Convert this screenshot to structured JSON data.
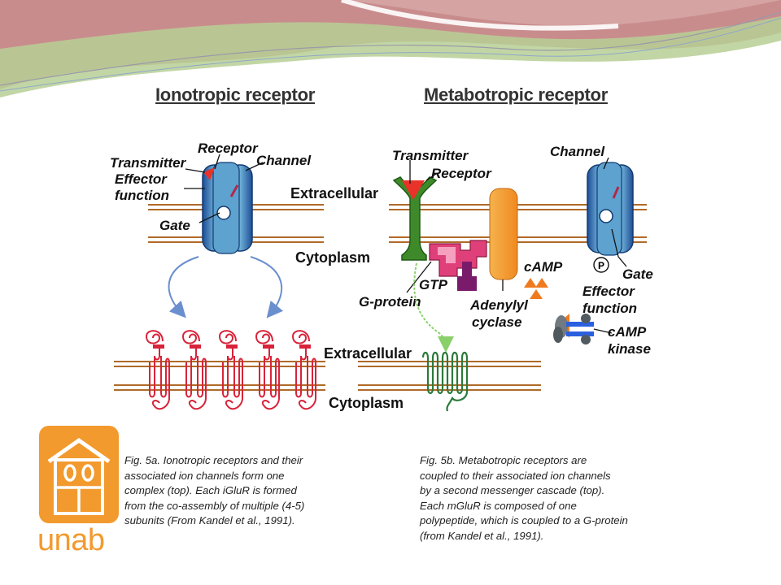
{
  "titles": {
    "ionotropic": "Ionotropic receptor",
    "metabotropic": "Metabotropic receptor"
  },
  "labels": {
    "receptor_left": "Receptor",
    "transmitter_left": "Transmitter",
    "channel_left": "Channel",
    "effector_left_1": "Effector",
    "effector_left_2": "function",
    "gate_left": "Gate",
    "transmitter_right": "Transmitter",
    "receptor_right": "Receptor",
    "channel_right": "Channel",
    "extracellular_top": "Extracellular",
    "cytoplasm_top": "Cytoplasm",
    "camp": "cAMP",
    "phospho": "P",
    "gate_right": "Gate",
    "effector_right_1": "Effector",
    "effector_right_2": "function",
    "gtp": "GTP",
    "gprotein": "G-protein",
    "adenylyl_1": "Adenylyl",
    "adenylyl_2": "cyclase",
    "camp_kinase_1": "cAMP",
    "camp_kinase_2": "kinase",
    "extracellular_bottom": "Extracellular",
    "cytoplasm_bottom": "Cytoplasm"
  },
  "captions": {
    "left": [
      "Fig. 5a. Ionotropic receptors and their",
      "associated ion channels form one",
      "complex (top). Each iGluR is formed",
      "from the co-assembly of multiple (4-5)",
      "subunits (From Kandel et al., 1991)."
    ],
    "right": [
      "Fig. 5b. Metabotropic receptors are",
      "coupled to their associated ion channels",
      "by a second messenger cascade (top).",
      "Each mGluR is  composed of one",
      "polypeptide, which is coupled to a G-protein",
      "(from Kandel et al., 1991)."
    ]
  },
  "logo": {
    "text": "unab",
    "color": "#f29a2e"
  },
  "colors": {
    "membrane": "#b06a2a",
    "channel_blue": "#2a5fa8",
    "channel_light": "#6fb0d8",
    "receptor_green": "#3e8a2a",
    "transmitter_red": "#e8322a",
    "subunit_red": "#d8233a",
    "gprotein_pink": "#e0407a",
    "gtp_purple": "#7a1a6a",
    "adenylyl_orange": "#f6a640",
    "arrow_blue": "#6a8fcf",
    "arrow_green": "#8ad06a",
    "banner_pink": "#d98a8e",
    "banner_green": "#b8cf9a"
  }
}
